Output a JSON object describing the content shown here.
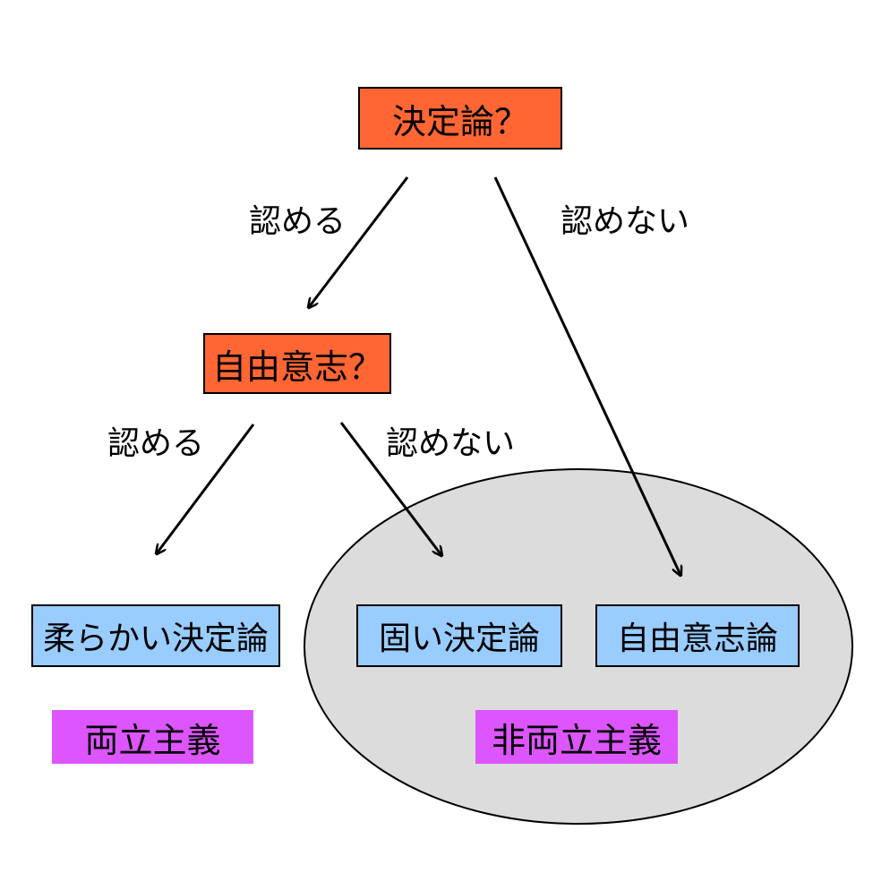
{
  "questions": {
    "determinism": "決定論？",
    "free_will": "自由意志？"
  },
  "edges": {
    "determinism_accept": "認める",
    "determinism_reject": "認めない",
    "free_will_accept": "認める",
    "free_will_reject": "認めない"
  },
  "results": {
    "soft_determinism": "柔らかい決定論",
    "hard_determinism": "固い決定論",
    "libertarianism": "自由意志論"
  },
  "categories": {
    "compatibilism": "両立主義",
    "incompatibilism": "非両立主義"
  },
  "colors": {
    "question_fill": "#ff6633",
    "result_fill": "#99ccff",
    "category_fill": "#dd55ff",
    "ellipse_fill": "#dcdcdc",
    "line": "#000000"
  }
}
